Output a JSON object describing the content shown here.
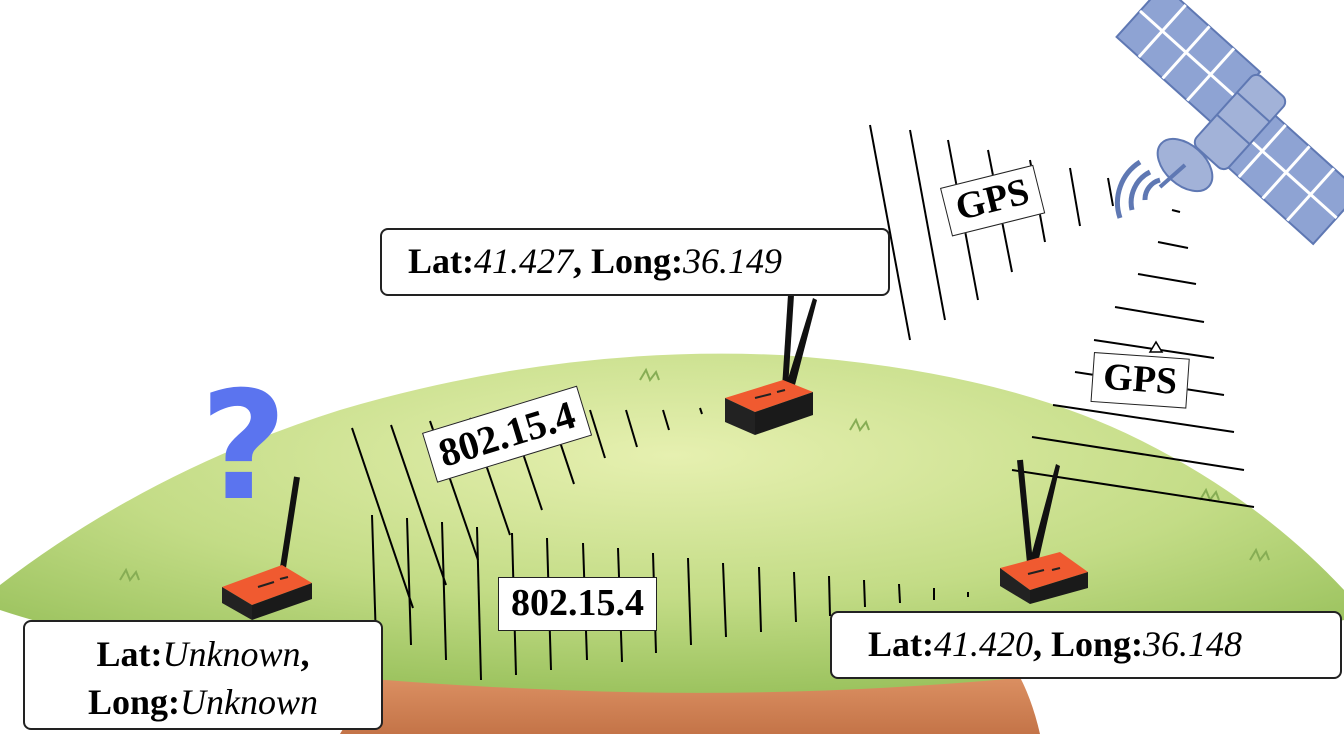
{
  "nodes": {
    "top": {
      "lat_label": "Lat:",
      "lat_value": "41.427",
      "sep": ", ",
      "long_label": "Long:",
      "long_value": "36.149"
    },
    "right": {
      "lat_label": "Lat:",
      "lat_value": "41.420",
      "sep": ", ",
      "long_label": "Long:",
      "long_value": "36.148"
    },
    "left": {
      "lat_label": "Lat:",
      "lat_value": "Unknown",
      "sep": ",",
      "long_label": "Long:",
      "long_value": "Unknown",
      "marker": "?"
    }
  },
  "links": {
    "upper_802": "802.15.4",
    "lower_802": "802.15.4",
    "gps_top": "GPS",
    "gps_right": "GPS"
  },
  "icons": {
    "satellite": "satellite-icon",
    "router": "wireless-router-icon",
    "unknown": "question-mark-icon"
  },
  "colors": {
    "grass": "#b7d77a",
    "soil": "#d98b5a",
    "router_body": "#f05a30",
    "satellite": "#7f95c6",
    "question": "#5b74ef"
  }
}
